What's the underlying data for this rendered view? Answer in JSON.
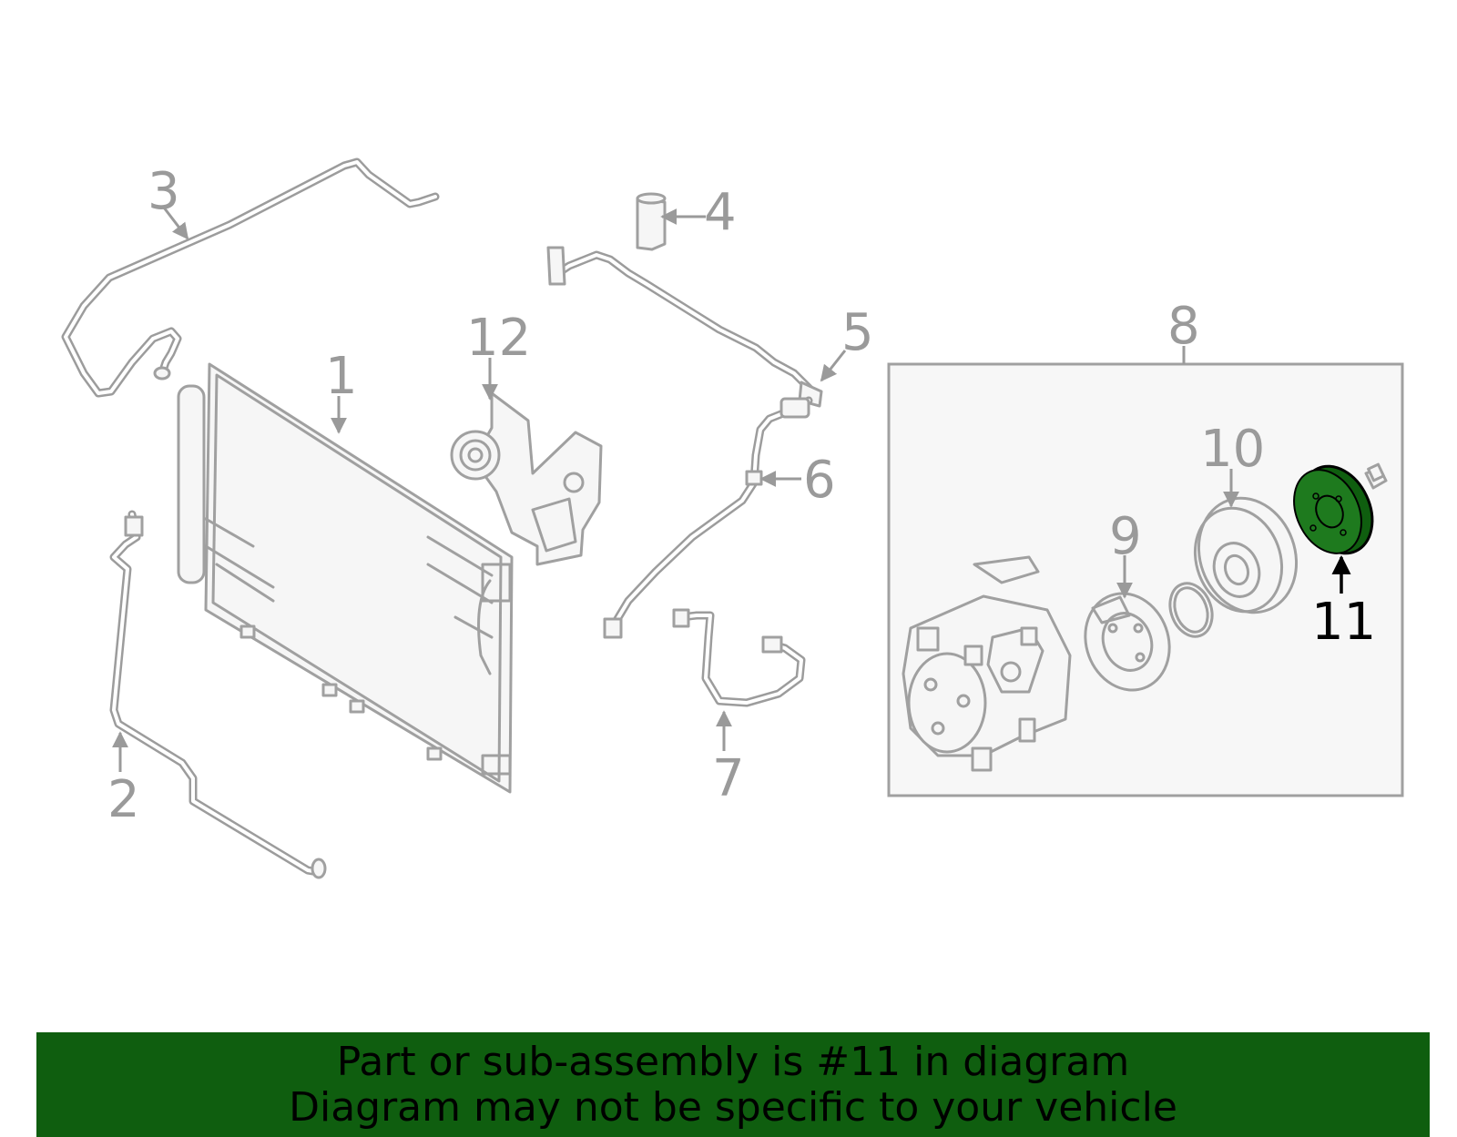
{
  "diagram": {
    "callouts": [
      "1",
      "2",
      "3",
      "4",
      "5",
      "6",
      "7",
      "8",
      "9",
      "10",
      "11",
      "12"
    ],
    "highlighted_callout": "11",
    "highlight_color": "#0f5e0f",
    "line_color": "#a0a0a0"
  },
  "banner": {
    "line1": "Part or sub-assembly is #11 in diagram",
    "line2": "Diagram may not be specific to your vehicle",
    "background": "#0f5e0f"
  }
}
